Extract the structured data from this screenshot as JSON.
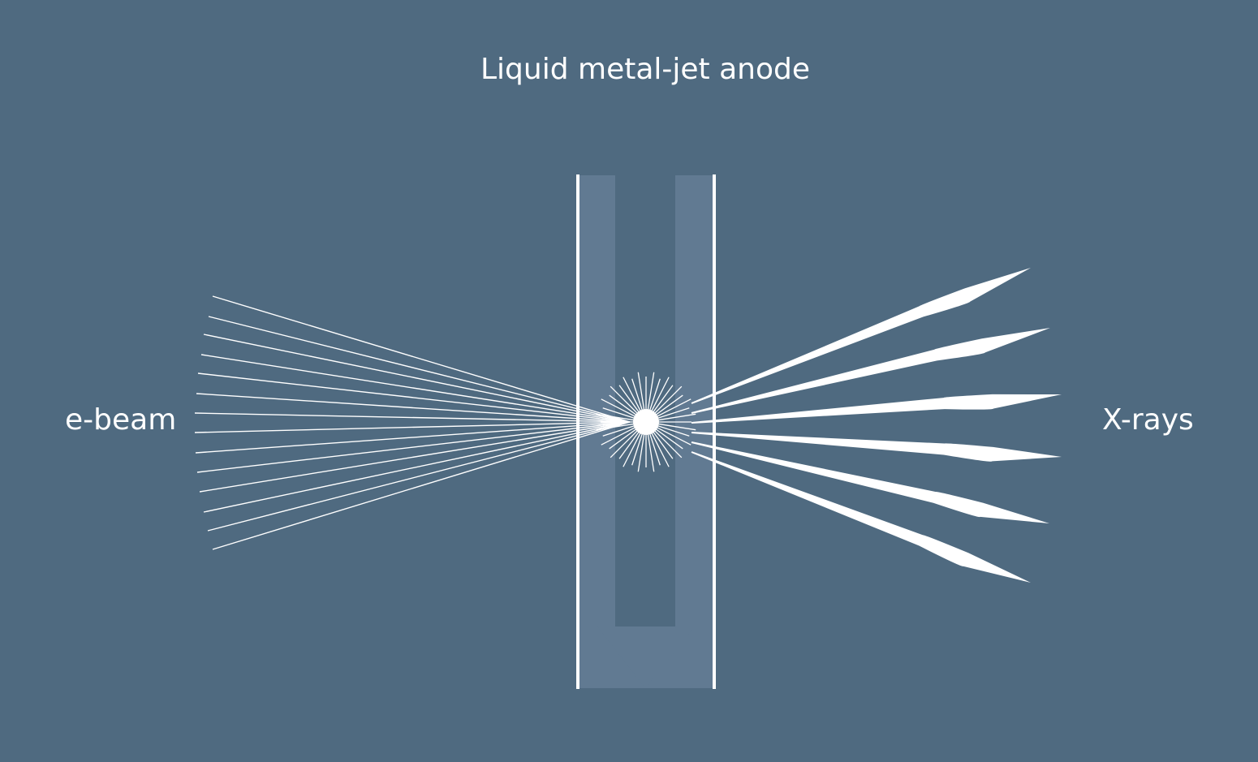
{
  "diagram": {
    "title": "Liquid metal-jet anode",
    "left_label": "e-beam",
    "right_label": "X-rays",
    "colors": {
      "background": "#4f6a80",
      "jet_fill": "#65809a",
      "lines": "#ffffff"
    },
    "icons": {
      "flow_direction": "down-arrow-icon",
      "impact_point": "starburst-icon"
    }
  }
}
